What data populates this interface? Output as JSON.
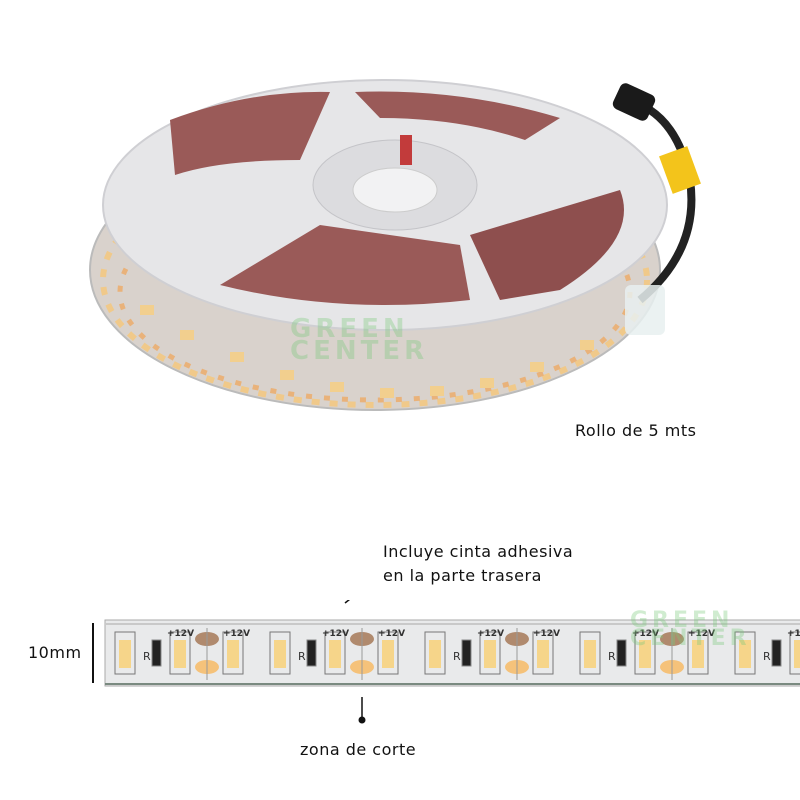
{
  "labels": {
    "roll_length": "Rollo de 5 mts",
    "adhesive_line1": "Incluye cinta adhesiva",
    "adhesive_line2": "en la parte trasera",
    "width": "10mm",
    "cut_zone": "zona de corte"
  },
  "strip": {
    "voltage_label": "+12V",
    "resistor_label": "R",
    "segments": 5
  },
  "watermark": {
    "line1": "GREEN",
    "line2": "CENTER"
  },
  "colors": {
    "led": "#f6d58a",
    "pad_copper": "#b08a6e",
    "pad_solder": "#f5c27a",
    "reel": "#e6e6e8",
    "tape": "#9a5a58"
  }
}
